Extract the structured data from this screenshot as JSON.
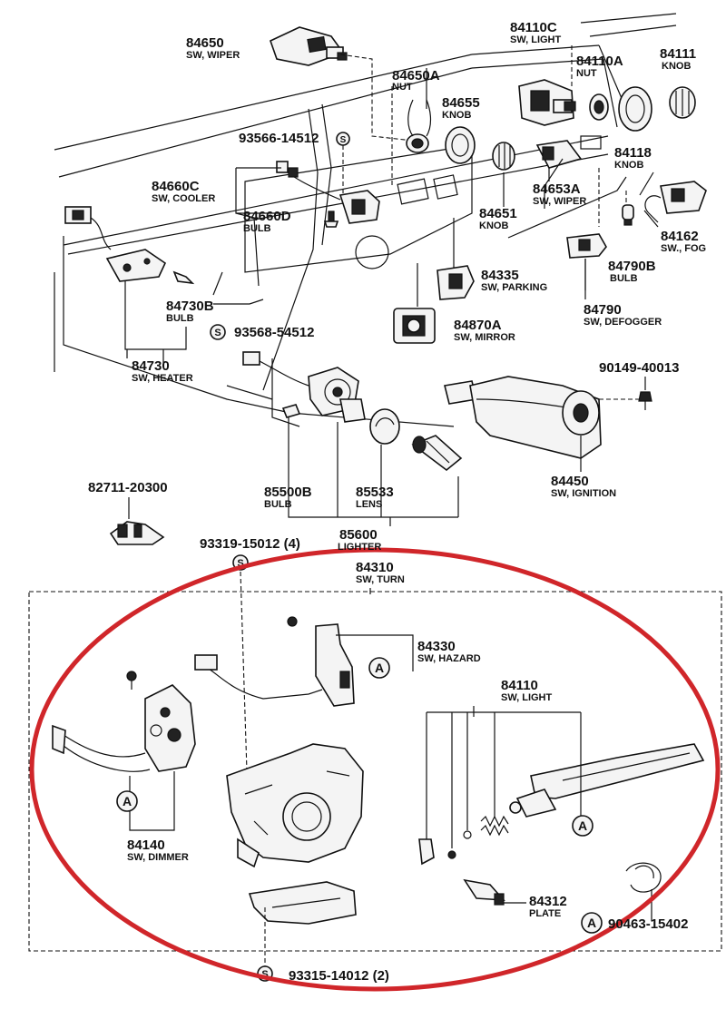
{
  "labels": {
    "l84650": {
      "num": "84650",
      "desc": "SW, WIPER"
    },
    "l84650A": {
      "num": "84650A",
      "desc": "NUT"
    },
    "l84110C": {
      "num": "84110C",
      "desc": "SW, LIGHT"
    },
    "l84110A": {
      "num": "84110A",
      "desc": "NUT"
    },
    "l84111": {
      "num": "84111",
      "desc": "KNOB"
    },
    "l84655": {
      "num": "84655",
      "desc": "KNOB"
    },
    "l93566": {
      "num": "93566-14512"
    },
    "l84118": {
      "num": "84118",
      "desc": "KNOB"
    },
    "l84660C": {
      "num": "84660C",
      "desc": "SW, COOLER"
    },
    "l84660D": {
      "num": "84660D",
      "desc": "BULB"
    },
    "l84653A": {
      "num": "84653A",
      "desc": "SW, WIPER"
    },
    "l84651": {
      "num": "84651",
      "desc": "KNOB"
    },
    "l84162": {
      "num": "84162",
      "desc": "SW., FOG"
    },
    "l84790B": {
      "num": "84790B",
      "desc": "BULB"
    },
    "l84335": {
      "num": "84335",
      "desc": "SW, PARKING"
    },
    "l84730B": {
      "num": "84730B",
      "desc": "BULB"
    },
    "l84790": {
      "num": "84790",
      "desc": "SW, DEFOGGER"
    },
    "l93568": {
      "num": "93568-54512"
    },
    "l84870A": {
      "num": "84870A",
      "desc": "SW, MIRROR"
    },
    "l84730": {
      "num": "84730",
      "desc": "SW, HEATER"
    },
    "l90149": {
      "num": "90149-40013"
    },
    "l84450": {
      "num": "84450",
      "desc": "SW, IGNITION"
    },
    "l82711": {
      "num": "82711-20300"
    },
    "l85500B": {
      "num": "85500B",
      "desc": "BULB"
    },
    "l85533": {
      "num": "85533",
      "desc": "LENS"
    },
    "l85600": {
      "num": "85600",
      "desc": "LIGHTER"
    },
    "l93319": {
      "num": "93319-15012 (4)"
    },
    "l84310": {
      "num": "84310",
      "desc": "SW, TURN"
    },
    "l84330": {
      "num": "84330",
      "desc": "SW, HAZARD"
    },
    "l84110": {
      "num": "84110",
      "desc": "SW, LIGHT"
    },
    "l84140": {
      "num": "84140",
      "desc": "SW, DIMMER"
    },
    "l84312": {
      "num": "84312",
      "desc": "PLATE"
    },
    "l90463": {
      "num": "90463-15402"
    },
    "l93315": {
      "num": "93315-14012 (2)"
    }
  },
  "symbols": {
    "s": "S",
    "a": "A"
  },
  "colors": {
    "highlight": "#d0262a",
    "ink": "#111111"
  }
}
